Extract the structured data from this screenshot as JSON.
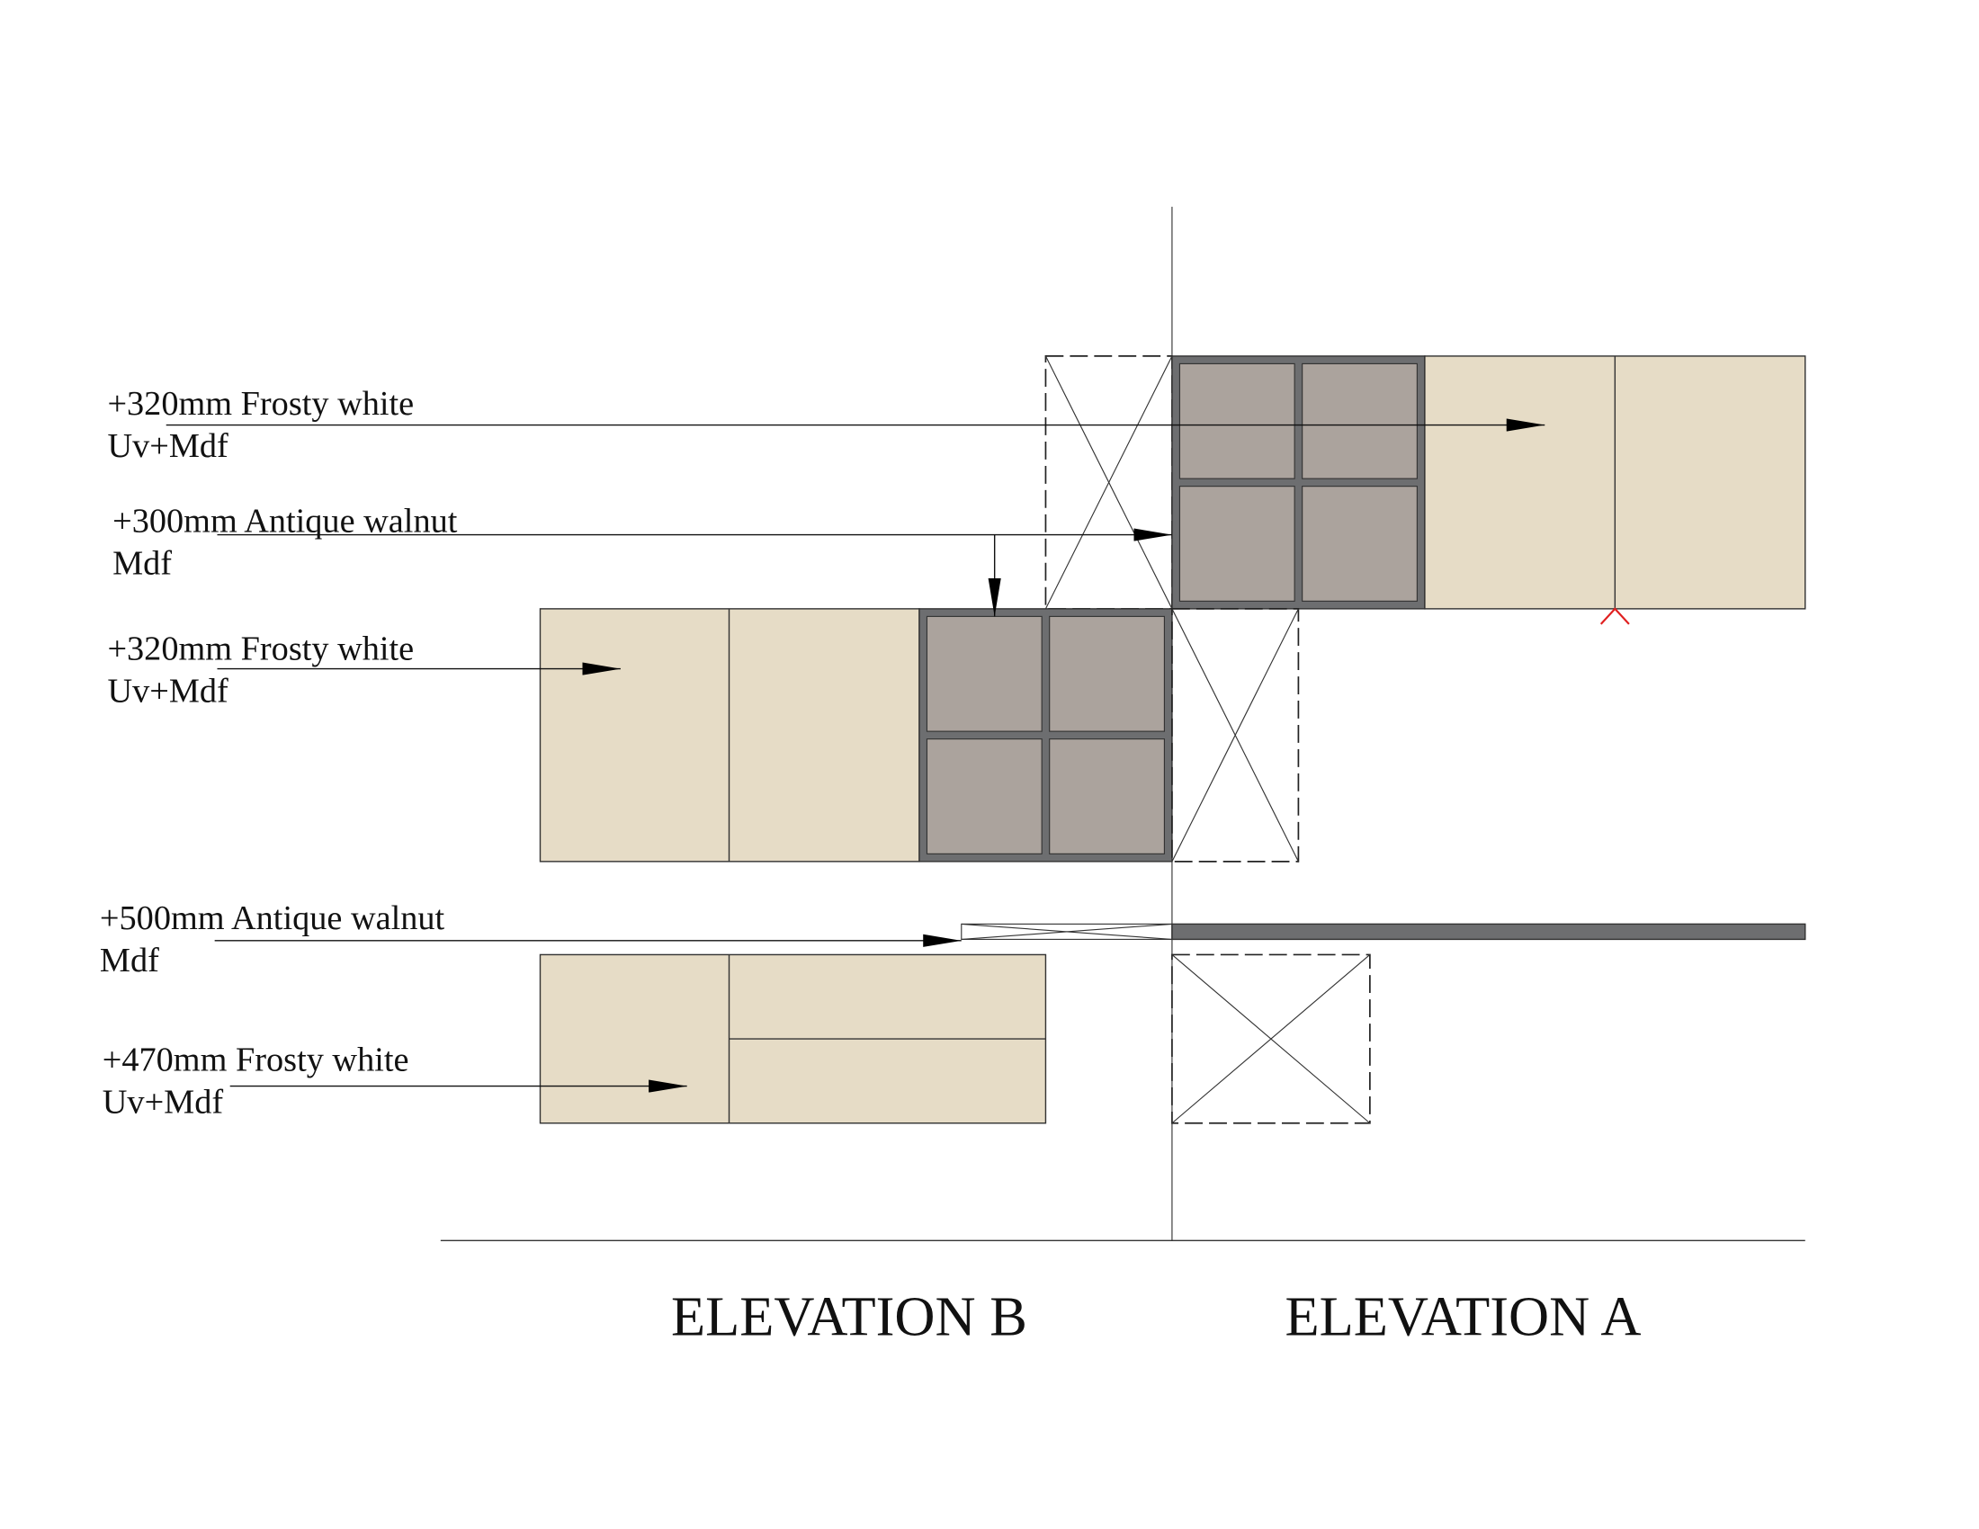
{
  "colors": {
    "frame": "#6d6e70",
    "panel": "#aba39d",
    "frosty_white": "#e6dcc6",
    "marker": "#e02020"
  },
  "annotations": [
    {
      "line1": "+320mm Frosty white",
      "line2": "Uv+Mdf"
    },
    {
      "line1": "+300mm Antique walnut",
      "line2": "Mdf"
    },
    {
      "line1": "+320mm Frosty white",
      "line2": "Uv+Mdf"
    },
    {
      "line1": "+500mm Antique walnut",
      "line2": "Mdf"
    },
    {
      "line1": "+470mm Frosty white",
      "line2": "Uv+Mdf"
    }
  ],
  "titles": {
    "elevation_b": "ELEVATION B",
    "elevation_a": "ELEVATION A"
  }
}
